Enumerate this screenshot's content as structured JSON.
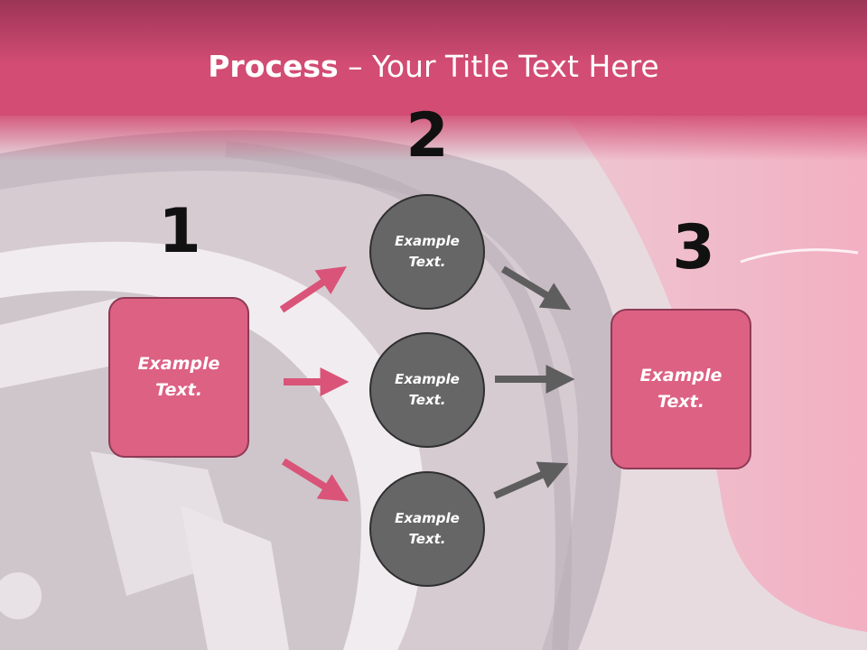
{
  "title": {
    "bold": "Process",
    "rest": " – Your Title Text Here"
  },
  "steps": [
    {
      "number": "1",
      "text_line1": "Example",
      "text_line2": "Text."
    },
    {
      "number": "2"
    },
    {
      "number": "3",
      "text_line1": "Example",
      "text_line2": "Text."
    }
  ],
  "circles": [
    {
      "text_line1": "Example",
      "text_line2": "Text."
    },
    {
      "text_line1": "Example",
      "text_line2": "Text."
    },
    {
      "text_line1": "Example",
      "text_line2": "Text."
    }
  ],
  "colors": {
    "header": "#d24c73",
    "box_fill": "#dc6183",
    "box_border": "#8e3a55",
    "circle_fill": "#666666",
    "pink_arrow": "#d95478",
    "gray_arrow": "#5e5e5e"
  }
}
